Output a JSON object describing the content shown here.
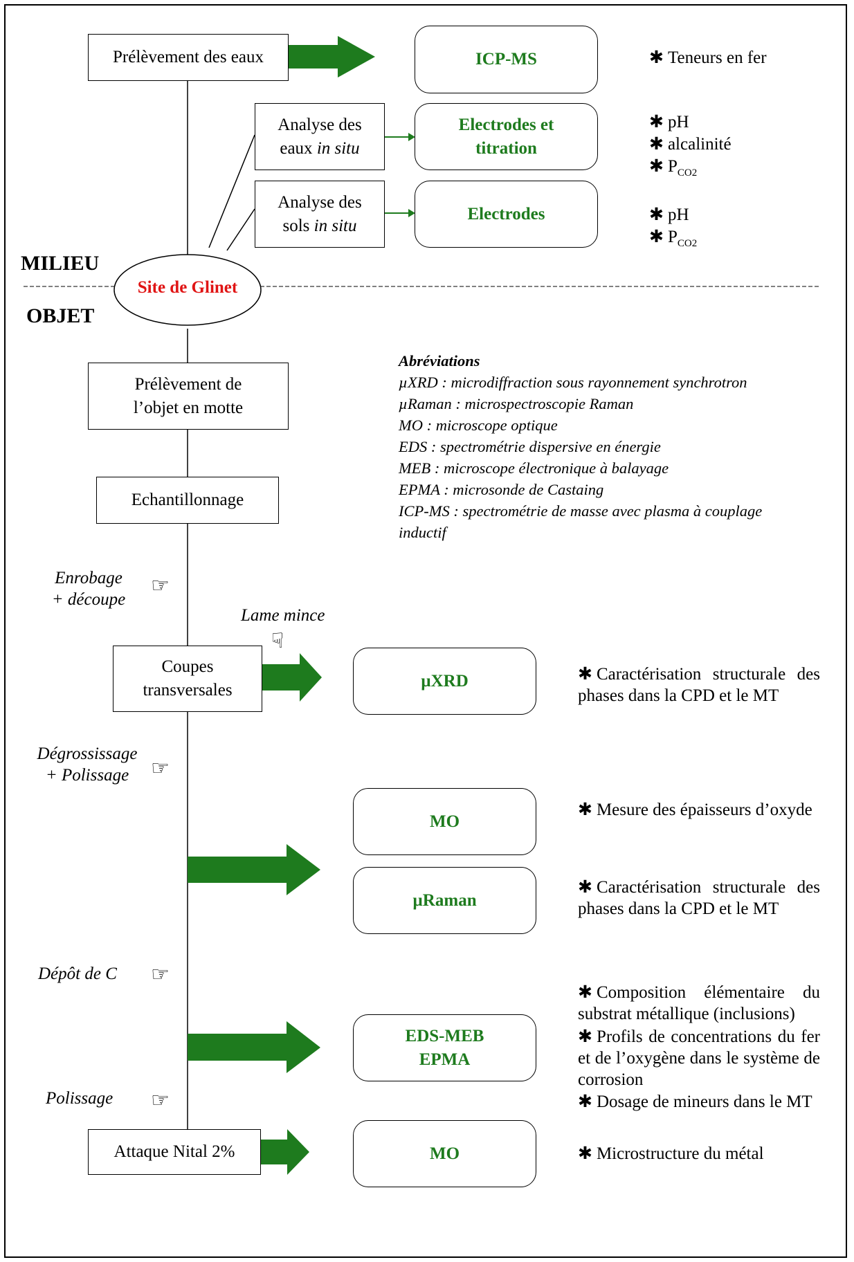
{
  "sections": {
    "milieu": "MILIEU",
    "objet": "OBJET"
  },
  "site": "Site de Glinet",
  "process_boxes": {
    "prelevement_eaux": "Prélèvement des eaux",
    "analyse_eaux_l1": "Analyse des",
    "analyse_eaux_l2": "eaux ",
    "in_situ": "in situ",
    "analyse_sols_l1": "Analyse des",
    "analyse_sols_l2": "sols ",
    "prelevement_objet_l1": "Prélèvement de",
    "prelevement_objet_l2": "l’objet en motte",
    "echantillonnage": "Echantillonnage",
    "coupes_l1": "Coupes",
    "coupes_l2": "transversales",
    "attaque": "Attaque Nital 2%"
  },
  "techniques": {
    "icpms": "ICP-MS",
    "electrodes_titration_l1": "Electrodes et",
    "electrodes_titration_l2": "titration",
    "electrodes": "Electrodes",
    "uxrd": "µXRD",
    "mo1": "MO",
    "uraman": "µRaman",
    "edsmeb_l1": "EDS-MEB",
    "edsmeb_l2": "EPMA",
    "mo2": "MO"
  },
  "results": {
    "teneurs": "Teneurs en fer",
    "ph": "pH",
    "alcalinite": "alcalinité",
    "pco2": "P",
    "pco2_sub": "CO2",
    "ph2": "pH",
    "pco2_2": "P",
    "pco2_2_sub": "CO2",
    "carac_xrd": "Caractérisation structurale des phases dans la CPD et le MT",
    "mesure": "Mesure des épaisseurs d’oxyde",
    "carac_raman": "Caractérisation structurale des phases dans la CPD et le MT",
    "composition": "Composition élémentaire du substrat métallique (inclusions)",
    "profils": "Profils de concentrations du fer et de l’oxygène dans le système de corrosion",
    "dosage": "Dosage de mineurs dans le MT",
    "microstructure": "Microstructure du métal"
  },
  "steps": {
    "enrobage_l1": "Enrobage",
    "enrobage_l2": "+ découpe",
    "lame": "Lame mince",
    "degross_l1": "Dégrossissage",
    "degross_l2": "+ Polissage",
    "depot": "Dépôt de C",
    "polissage": "Polissage"
  },
  "abbreviations": {
    "title": "Abréviations",
    "items": [
      "µXRD : microdiffraction sous rayonnement synchrotron",
      "µRaman : microspectroscopie Raman",
      "MO : microscope optique",
      "EDS : spectrométrie dispersive en énergie",
      "MEB : microscope électronique à balayage",
      "EPMA : microsonde de Castaing",
      "ICP-MS : spectrométrie de masse avec plasma à couplage inductif"
    ]
  },
  "symbols": {
    "star": "✱",
    "hand_point": "☞",
    "hand_down": "☟"
  },
  "colors": {
    "technique": "#1e7b1e",
    "arrow": "#1e7b1e",
    "site": "#e01414"
  }
}
